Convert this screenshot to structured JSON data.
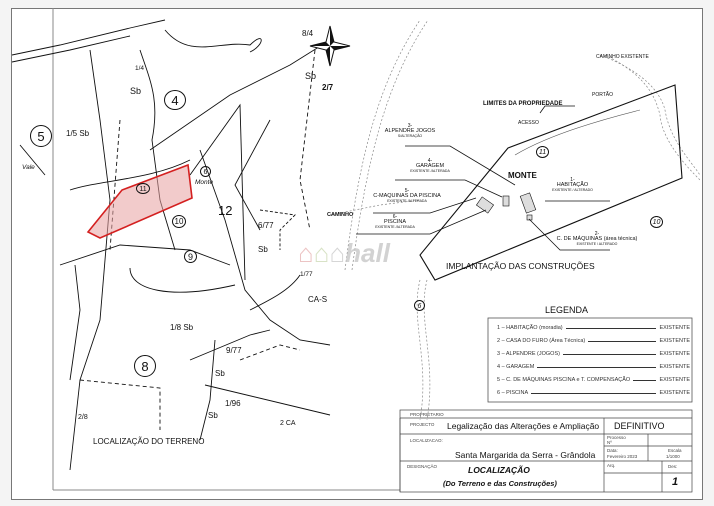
{
  "left_map": {
    "title": "LOCALIZAÇÃO DO TERRENO",
    "parcels": [
      "4",
      "5",
      "8",
      "9",
      "10",
      "11",
      "12",
      "6"
    ],
    "labels": [
      "Vale",
      "Monte",
      "1/4",
      "Sb",
      "1/5 Sb",
      "6/77",
      "Sb",
      "1/77",
      "CA-S",
      "1/8 Sb",
      "9/77",
      "Sb",
      "1/96",
      "Sb",
      "2 CA",
      "8/4",
      "Sb",
      "2/7",
      "2/8"
    ],
    "property_outline_color": "#d42020"
  },
  "right_plan": {
    "title": "IMPLANTAÇÃO DAS CONSTRUÇÕES",
    "labels": {
      "caminho_existente": "CAMINHO EXISTENTE",
      "limites": "LIMITES DA PROPRIEDADE",
      "portao": "PORTÃO",
      "acesso": "ACESSO",
      "monte": "MONTE",
      "caminho": "CAMINHO",
      "parcel_11": "11",
      "parcel_10": "10",
      "parcel_6": "6"
    },
    "callouts": [
      {
        "num": "3-",
        "name": "ALPENDRE JOGOS",
        "status": "S/ALTERAÇÃO"
      },
      {
        "num": "4-",
        "name": "GARAGEM",
        "status": "EXISTENTE /ALTERADA"
      },
      {
        "num": "5-",
        "name": "C-MAQUINAS DA PISCINA",
        "status": "EXISTENTE /ALTERADA"
      },
      {
        "num": "6-",
        "name": "PISCINA",
        "status": "EXISTENTE /ALTERADA"
      },
      {
        "num": "1-",
        "name": "HABITAÇÃO",
        "status": "EXISTENTE / ALTERADO"
      },
      {
        "num": "2-",
        "name": "C. DE MÁQUINAS (área técnica)",
        "status": "EXISTENTE / ALTERADO"
      }
    ]
  },
  "legend": {
    "title": "LEGENDA",
    "rows": [
      {
        "label": "1 – HABITAÇÃO (moradia)",
        "status": "EXISTENTE"
      },
      {
        "label": "2 – CASA DO FURO (Área Técnica)",
        "status": "EXISTENTE"
      },
      {
        "label": "3 – ALPENDRE (JOGOS)",
        "status": "EXISTENTE"
      },
      {
        "label": "4 – GARAGEM",
        "status": "EXISTENTE"
      },
      {
        "label": "5 – C. DE MÁQUINAS PISCINA e T. COMPENSAÇÃO",
        "status": "EXISTENTE"
      },
      {
        "label": "6 – PISCINA",
        "status": "EXISTENTE"
      }
    ]
  },
  "title_block": {
    "proprietario_label": "PROPRIETARIO",
    "projecto_label": "PROJECTO",
    "projecto": "Legalização das Alterações e Ampliação",
    "fase": "DEFINITIVO",
    "localizacao_label": "LOCALIZACAO:",
    "localizacao": "Santa Margarida da Serra - Grândola",
    "processo_label": "Processo Nº",
    "data_label": "Data:",
    "data": "Fevereiro 2023",
    "escala_label": "Escala",
    "escala": "1/1000",
    "designacao_label": "DESIGNAÇÃO",
    "designacao_1": "LOCALIZAÇÃO",
    "designacao_2": "(Do Terreno e das Construções)",
    "arq_label": "Arq.",
    "des_label": "Des:",
    "des": "1"
  },
  "watermark": "hall"
}
